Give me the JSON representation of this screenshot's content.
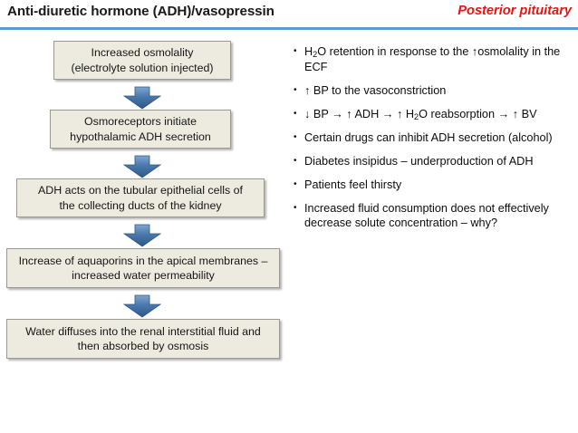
{
  "header": {
    "title": "Anti-diuretic hormone (ADH)/vasopressin",
    "subtitle": "Posterior pituitary",
    "rule_color": "#5B9BD5",
    "subtitle_color": "#EE1111"
  },
  "flow": {
    "box_fill": "#EDEAE0",
    "box_border": "#9A9A92",
    "arrow_color": "#4472A8",
    "arrow_icon": "arrow-down-icon",
    "boxes": [
      {
        "line1": "Increased osmolality",
        "line2": "(electrolyte solution injected)"
      },
      {
        "line1": "Osmoreceptors initiate",
        "line2": "hypothalamic ADH secretion"
      },
      {
        "line1": "ADH acts on the tubular epithelial cells of",
        "line2": "the collecting ducts of the kidney"
      },
      {
        "line1": "Increase of aquaporins in the apical membranes –",
        "line2": "increased water permeability"
      },
      {
        "line1": "Water diffuses into the renal interstitial fluid and",
        "line2": "then absorbed by osmosis"
      }
    ]
  },
  "bullets": {
    "marker": "•",
    "items": [
      {
        "id": "h2o-retention",
        "html": "H<sub>2</sub>O retention in response to the ↑osmolality in the ECF"
      },
      {
        "id": "bp-vasoconstriction",
        "html": "↑ BP to the vasoconstriction"
      },
      {
        "id": "bp-adh-cascade",
        "html": "↓ BP → ↑ ADH → ↑ H<sub>2</sub>O reabsorption → ↑ BV"
      },
      {
        "id": "drugs-inhibit-adh",
        "html": "Certain drugs can inhibit ADH secretion (alcohol)"
      },
      {
        "id": "diabetes-insipidus",
        "html": "Diabetes insipidus – underproduction of ADH"
      },
      {
        "id": "patients-thirsty",
        "html": "Patients feel thirsty"
      },
      {
        "id": "fluid-consumption",
        "html": "Increased fluid consumption does not effectively decrease solute concentration – why?"
      }
    ]
  }
}
